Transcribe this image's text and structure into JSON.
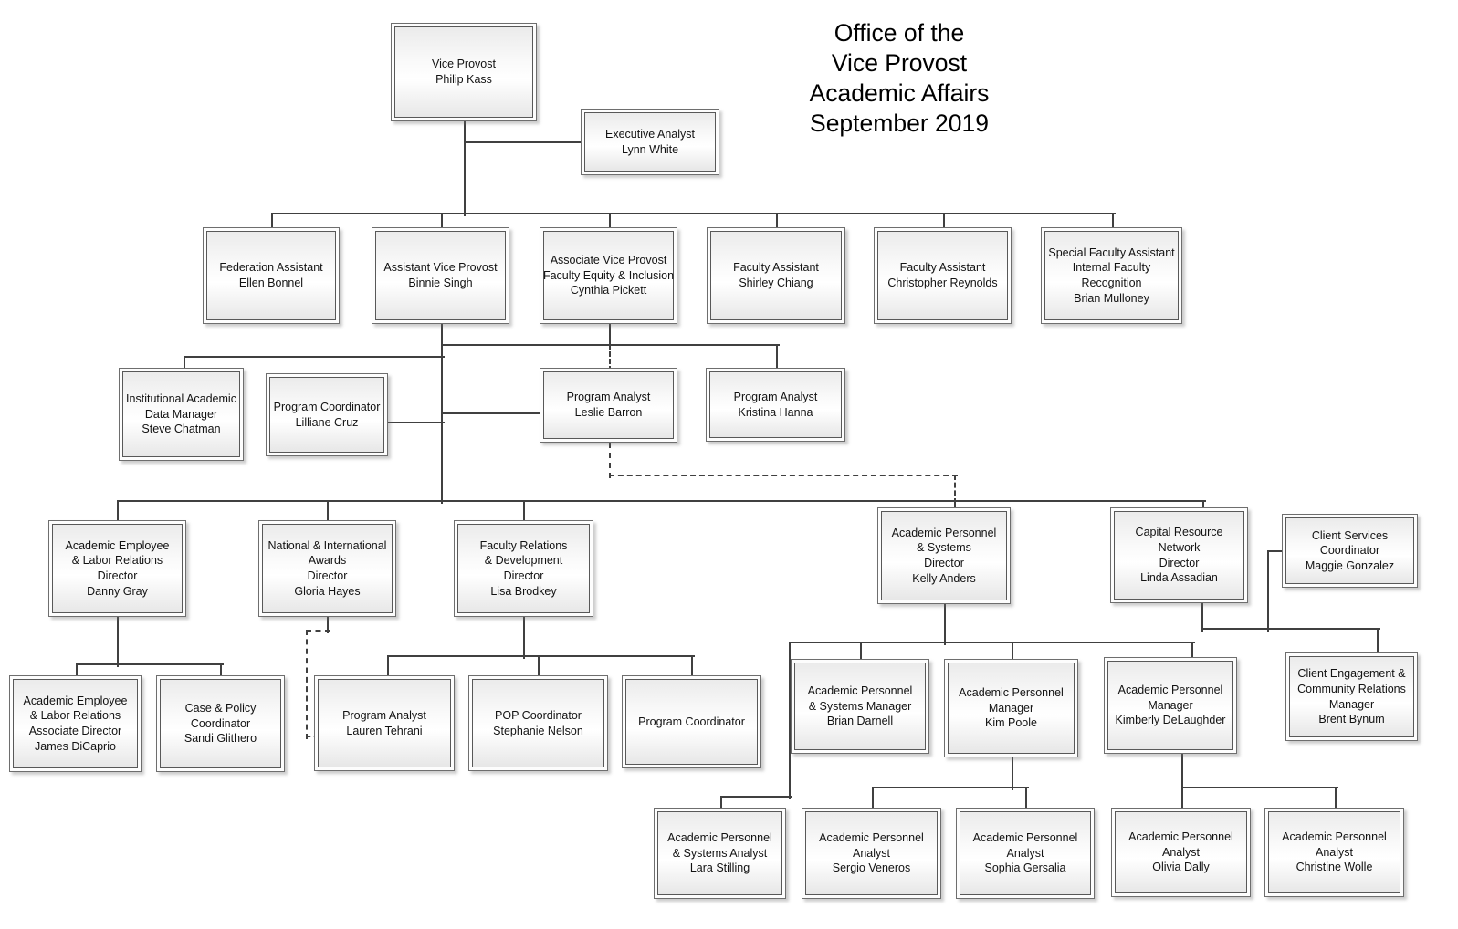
{
  "title": {
    "lines": [
      "Office of the",
      "Vice Provost",
      "Academic Affairs",
      "September 2019"
    ]
  },
  "colors": {
    "connector_line": "#404040",
    "box_border": "#585858",
    "box_fill_top": "#ebebeb",
    "box_fill_bottom": "#e7e7e7",
    "text": "#121212",
    "background": "#ffffff"
  },
  "nodes": [
    {
      "id": "vice-provost",
      "lines": [
        "Vice Provost",
        "Philip Kass"
      ]
    },
    {
      "id": "executive-analyst",
      "lines": [
        "Executive Analyst",
        "Lynn White"
      ]
    },
    {
      "id": "federation-assistant",
      "lines": [
        "Federation Assistant",
        "Ellen Bonnel"
      ]
    },
    {
      "id": "assistant-vice-provost",
      "lines": [
        "Assistant Vice Provost",
        "Binnie Singh"
      ]
    },
    {
      "id": "associate-vice-provost",
      "lines": [
        "Associate Vice Provost",
        "Faculty Equity & Inclusion",
        "Cynthia Pickett"
      ]
    },
    {
      "id": "faculty-assistant-chiang",
      "lines": [
        "Faculty Assistant",
        "Shirley Chiang"
      ]
    },
    {
      "id": "faculty-assistant-reynolds",
      "lines": [
        "Faculty Assistant",
        "Christopher Reynolds"
      ]
    },
    {
      "id": "special-faculty-assistant",
      "lines": [
        "Special Faculty Assistant",
        "Internal Faculty",
        "Recognition",
        "Brian Mulloney"
      ]
    },
    {
      "id": "institutional-academic-data-manager",
      "lines": [
        "Institutional Academic",
        "Data Manager",
        "Steve Chatman"
      ]
    },
    {
      "id": "program-coordinator-cruz",
      "lines": [
        "Program Coordinator",
        "Lilliane Cruz"
      ]
    },
    {
      "id": "program-analyst-barron",
      "lines": [
        "Program Analyst",
        "Leslie Barron"
      ]
    },
    {
      "id": "program-analyst-hanna",
      "lines": [
        "Program Analyst",
        "Kristina Hanna"
      ]
    },
    {
      "id": "academic-employee-labor-relations-director",
      "lines": [
        "Academic Employee",
        "& Labor Relations",
        "Director",
        "Danny Gray"
      ]
    },
    {
      "id": "national-international-awards-director",
      "lines": [
        "National & International",
        "Awards",
        "Director",
        "Gloria Hayes"
      ]
    },
    {
      "id": "faculty-relations-development-director",
      "lines": [
        "Faculty Relations",
        "& Development",
        "Director",
        "Lisa Brodkey"
      ]
    },
    {
      "id": "academic-personnel-systems-director",
      "lines": [
        "Academic Personnel",
        "& Systems",
        "Director",
        "Kelly Anders"
      ]
    },
    {
      "id": "capital-resource-network-director",
      "lines": [
        "Capital Resource",
        "Network",
        "Director",
        "Linda Assadian"
      ]
    },
    {
      "id": "client-services-coordinator",
      "lines": [
        "Client Services",
        "Coordinator",
        "Maggie Gonzalez"
      ]
    },
    {
      "id": "academic-employee-labor-relations-associate-director",
      "lines": [
        "Academic Employee",
        "& Labor Relations",
        "Associate Director",
        "James DiCaprio"
      ]
    },
    {
      "id": "case-policy-coordinator",
      "lines": [
        "Case & Policy",
        "Coordinator",
        "Sandi Glithero"
      ]
    },
    {
      "id": "program-analyst-tehrani",
      "lines": [
        "Program Analyst",
        "Lauren Tehrani"
      ]
    },
    {
      "id": "pop-coordinator",
      "lines": [
        "POP Coordinator",
        "Stephanie Nelson"
      ]
    },
    {
      "id": "program-coordinator",
      "lines": [
        "Program Coordinator"
      ]
    },
    {
      "id": "academic-personnel-systems-manager",
      "lines": [
        "Academic Personnel",
        "& Systems Manager",
        "Brian Darnell"
      ]
    },
    {
      "id": "academic-personnel-manager-poole",
      "lines": [
        "Academic Personnel",
        "Manager",
        "Kim Poole"
      ]
    },
    {
      "id": "academic-personnel-manager-delaughder",
      "lines": [
        "Academic Personnel",
        "Manager",
        "Kimberly DeLaughder"
      ]
    },
    {
      "id": "client-engagement-community-relations-manager",
      "lines": [
        "Client Engagement &",
        "Community Relations",
        "Manager",
        "Brent Bynum"
      ]
    },
    {
      "id": "academic-personnel-systems-analyst",
      "lines": [
        "Academic Personnel",
        "& Systems Analyst",
        "Lara Stilling"
      ]
    },
    {
      "id": "academic-personnel-analyst-veneros",
      "lines": [
        "Academic Personnel",
        "Analyst",
        "Sergio Veneros"
      ]
    },
    {
      "id": "academic-personnel-analyst-gersalia",
      "lines": [
        "Academic Personnel",
        "Analyst",
        "Sophia Gersalia"
      ]
    },
    {
      "id": "academic-personnel-analyst-dally",
      "lines": [
        "Academic Personnel",
        "Analyst",
        "Olivia Dally"
      ]
    },
    {
      "id": "academic-personnel-analyst-wolle",
      "lines": [
        "Academic Personnel",
        "Analyst",
        "Christine Wolle"
      ]
    }
  ]
}
